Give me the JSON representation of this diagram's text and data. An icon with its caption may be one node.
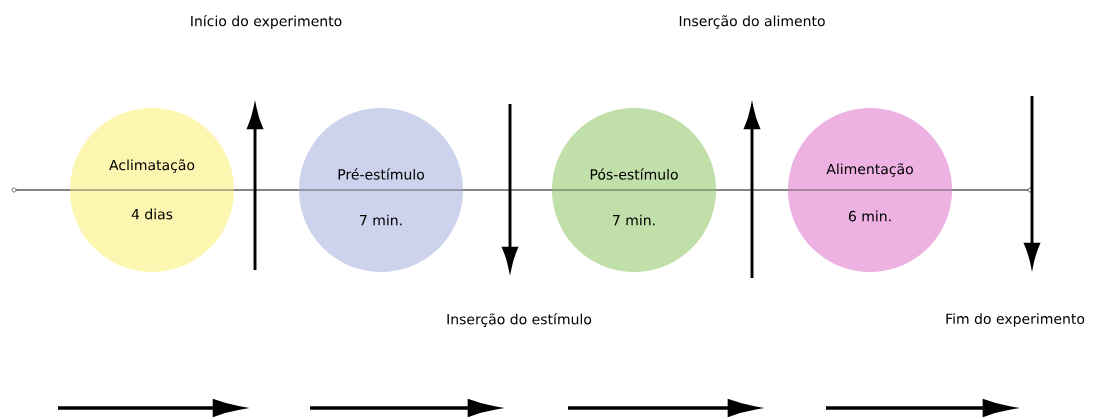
{
  "diagram": {
    "nodes": [
      {
        "text": [
          "Aclimatação",
          "4 dias"
        ]
      },
      {
        "text": [
          "Pré-estímulo",
          "7 min."
        ]
      },
      {
        "text": [
          "Pós-estímulo",
          "7 min."
        ]
      },
      {
        "text": [
          "Alimentação",
          "6 min."
        ]
      }
    ],
    "labels": [
      "Início do experimento",
      "Inserção do alimento",
      "Inserção do estímulo",
      "Fim do experimento"
    ]
  }
}
